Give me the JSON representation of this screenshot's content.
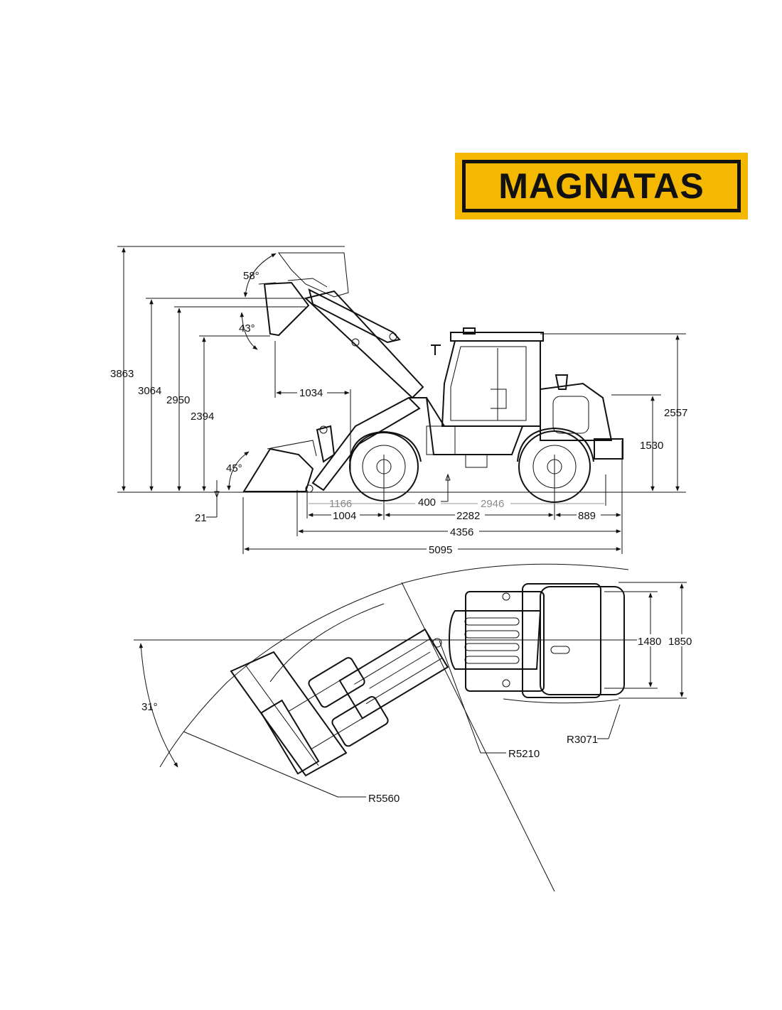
{
  "brand": {
    "logo_text": "MAGNATAS",
    "logo_bg": "#f5b800",
    "logo_fg": "#111111"
  },
  "side_view": {
    "heights": {
      "h3863": "3863",
      "h3064": "3064",
      "h2950": "2950",
      "h2394": "2394",
      "h2557": "2557",
      "h1530": "1530",
      "h21": "21",
      "h400": "400"
    },
    "lengths": {
      "l1034": "1034",
      "l1166": "1166",
      "l2946": "2946",
      "l1004": "1004",
      "l2282": "2282",
      "l889": "889",
      "l4356": "4356",
      "l5095": "5095"
    },
    "angles": {
      "a58": "58°",
      "a43": "43°",
      "a45": "45°"
    }
  },
  "top_view": {
    "widths": {
      "w1480": "1480",
      "w1850": "1850"
    },
    "radii": {
      "r3071": "R3071",
      "r5210": "R5210",
      "r5560": "R5560"
    },
    "angles": {
      "a31": "31°"
    }
  }
}
